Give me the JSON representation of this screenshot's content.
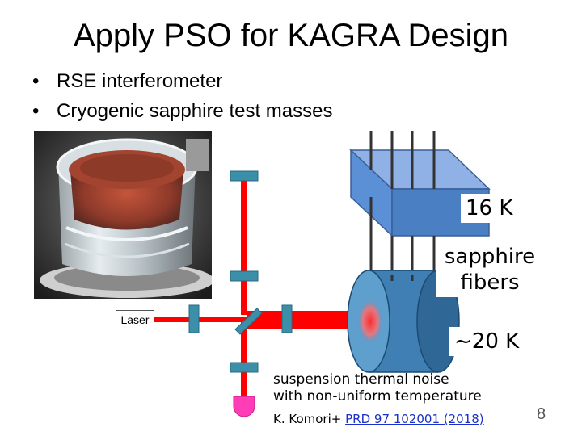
{
  "slide": {
    "title": "Apply PSO for KAGRA Design",
    "bullets": [
      {
        "marker": "•",
        "text": "RSE interferometer"
      },
      {
        "marker": "•",
        "text": "Cryogenic sapphire test masses"
      }
    ],
    "page_number": "8"
  },
  "figure": {
    "laser_label": "Laser",
    "temp_16k": "16 K",
    "fibers_label_line1": "sapphire",
    "fibers_label_line2": "fibers",
    "temp_20k": "~20 K",
    "beam_color": "#ff0000",
    "mirror_color": "#3c8fa8",
    "cold_block_color": "#5b8fd6",
    "mass_color": "#3f7fb3",
    "detector_color": "#ff3db6"
  },
  "caption": {
    "line1": "suspension thermal noise",
    "line2": "with non-uniform temperature"
  },
  "reference": {
    "authors": "K. Komori+ ",
    "link_text": "PRD 97 102001 (2018)"
  }
}
